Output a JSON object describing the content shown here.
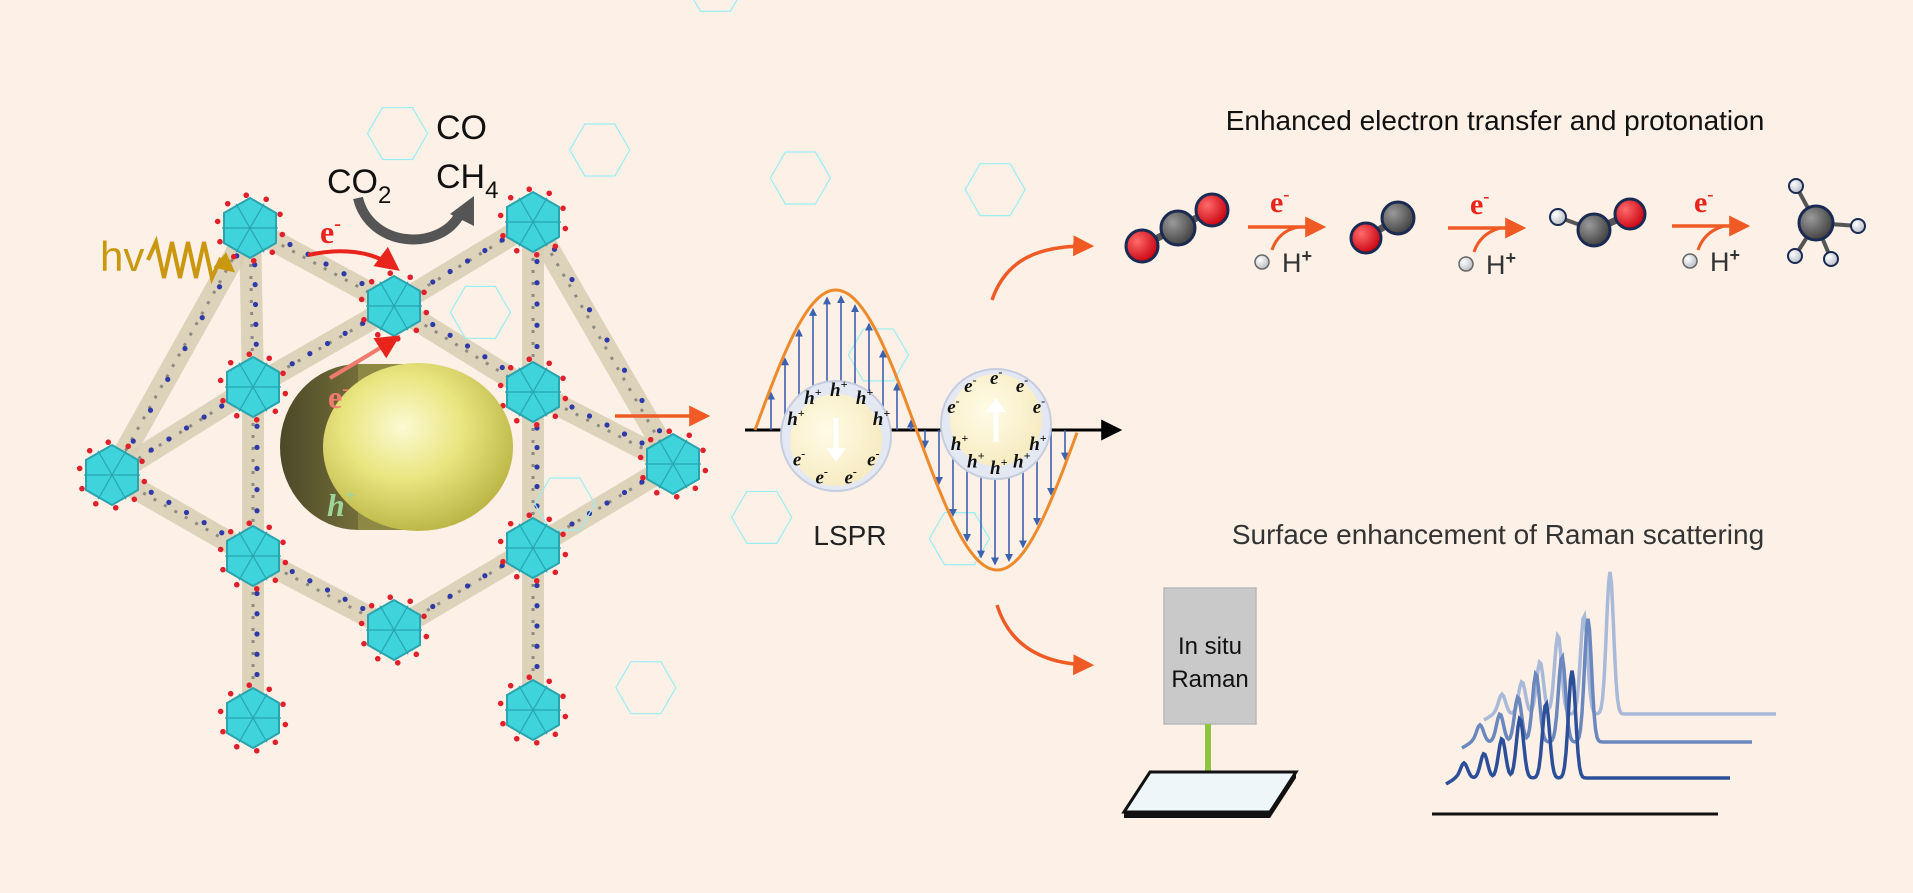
{
  "colors": {
    "background": "#fdf0e6",
    "electron": "#e8241d",
    "arrow_orange": "#f05a24",
    "hv_gold": "#c9980e",
    "hole_green": "#9ed39a",
    "wave_orange": "#ee8a2b",
    "field_blue": "#3d62b0",
    "raman_dark": "#2c4f9a",
    "raman_mid": "#6b88be",
    "raman_light": "#a9b9d8",
    "oxygen": "#e00d1b",
    "carbon": "#5c5c5c",
    "hydrogen": "#dfe3e8",
    "cluster": "#3fd3dc",
    "gold_np": "#e4e07a"
  },
  "reaction": {
    "light": "hv",
    "reactant_main": "CO",
    "reactant_sub": "2",
    "product_co": "CO",
    "product_ch4_main": "CH",
    "product_ch4_sub": "4",
    "electron_main": "e",
    "electron_sup": "-",
    "hole_main": "h",
    "hole_sup": "+"
  },
  "lspr": {
    "label": "LSPR",
    "hole_main": "h",
    "hole_sup": "+",
    "electron_main": "e",
    "electron_sup": "-"
  },
  "top_panel": {
    "title": "Enhanced electron transfer and protonation",
    "steps": [
      {
        "electron": "e",
        "electron_sup": "-",
        "proton": "H",
        "proton_sup": "+"
      },
      {
        "electron": "e",
        "electron_sup": "-",
        "proton": "H",
        "proton_sup": "+"
      },
      {
        "electron": "e",
        "electron_sup": "-",
        "proton": "H",
        "proton_sup": "+"
      }
    ]
  },
  "bottom_panel": {
    "title": "Surface enhancement of Raman scattering",
    "instrument_line1": "In situ",
    "instrument_line2": "Raman"
  }
}
